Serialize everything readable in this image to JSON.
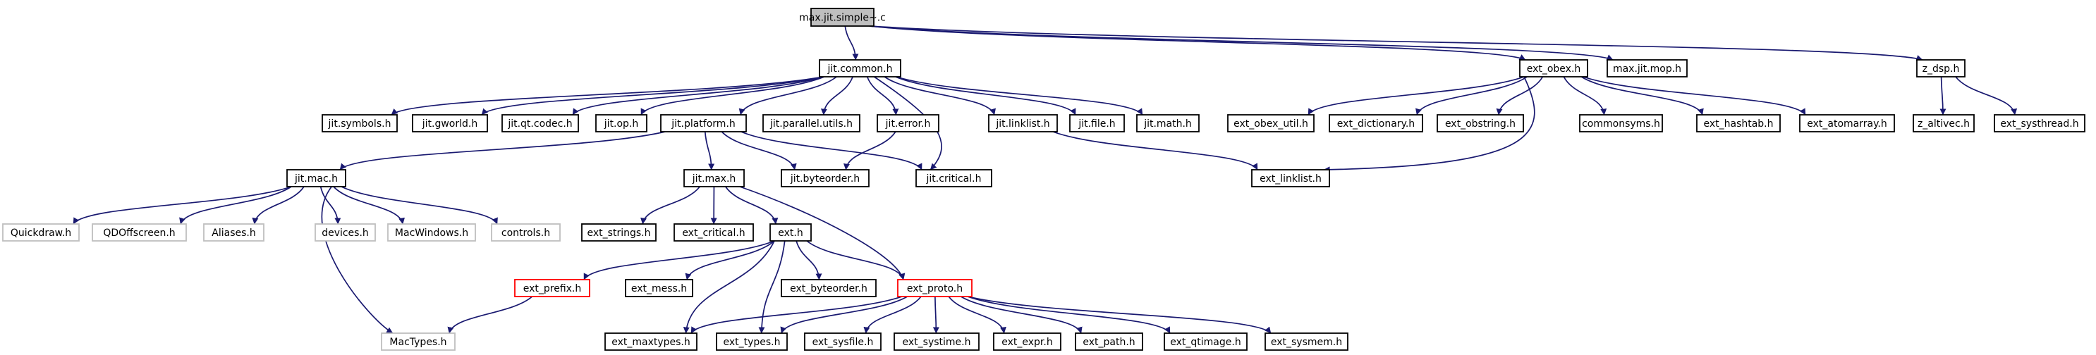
{
  "colors": {
    "edge": "#191970",
    "text": "#000000",
    "border_default": "#000000",
    "border_missing": "#bfbfbf",
    "border_truncated": "#ff0000",
    "fill_root": "#bfbfbf",
    "fill_default": "#ffffff"
  },
  "graph": {
    "nodes": [
      {
        "id": "root",
        "label": "max.jit.simple~.c",
        "style": "root"
      },
      {
        "id": "jit_common",
        "label": "jit.common.h",
        "style": "default"
      },
      {
        "id": "ext_obex",
        "label": "ext_obex.h",
        "style": "default"
      },
      {
        "id": "max_jit_mop",
        "label": "max.jit.mop.h",
        "style": "default"
      },
      {
        "id": "z_dsp",
        "label": "z_dsp.h",
        "style": "default"
      },
      {
        "id": "jit_symbols",
        "label": "jit.symbols.h",
        "style": "default"
      },
      {
        "id": "jit_gworld",
        "label": "jit.gworld.h",
        "style": "default"
      },
      {
        "id": "jit_qt_codec",
        "label": "jit.qt.codec.h",
        "style": "default"
      },
      {
        "id": "jit_op",
        "label": "jit.op.h",
        "style": "default"
      },
      {
        "id": "jit_platform",
        "label": "jit.platform.h",
        "style": "default"
      },
      {
        "id": "jit_parallel_utils",
        "label": "jit.parallel.utils.h",
        "style": "default"
      },
      {
        "id": "jit_error",
        "label": "jit.error.h",
        "style": "default"
      },
      {
        "id": "jit_linklist",
        "label": "jit.linklist.h",
        "style": "default"
      },
      {
        "id": "jit_file",
        "label": "jit.file.h",
        "style": "default"
      },
      {
        "id": "jit_math",
        "label": "jit.math.h",
        "style": "default"
      },
      {
        "id": "ext_obex_util",
        "label": "ext_obex_util.h",
        "style": "default"
      },
      {
        "id": "ext_dictionary",
        "label": "ext_dictionary.h",
        "style": "default"
      },
      {
        "id": "ext_obstring",
        "label": "ext_obstring.h",
        "style": "default"
      },
      {
        "id": "commonsyms",
        "label": "commonsyms.h",
        "style": "default"
      },
      {
        "id": "ext_hashtab",
        "label": "ext_hashtab.h",
        "style": "default"
      },
      {
        "id": "ext_atomarray",
        "label": "ext_atomarray.h",
        "style": "default"
      },
      {
        "id": "z_altivec",
        "label": "z_altivec.h",
        "style": "default"
      },
      {
        "id": "ext_systhread",
        "label": "ext_systhread.h",
        "style": "default"
      },
      {
        "id": "jit_mac",
        "label": "jit.mac.h",
        "style": "default"
      },
      {
        "id": "jit_max",
        "label": "jit.max.h",
        "style": "default"
      },
      {
        "id": "jit_byteorder",
        "label": "jit.byteorder.h",
        "style": "default"
      },
      {
        "id": "jit_critical",
        "label": "jit.critical.h",
        "style": "default"
      },
      {
        "id": "ext_linklist",
        "label": "ext_linklist.h",
        "style": "default"
      },
      {
        "id": "quickdraw",
        "label": "Quickdraw.h",
        "style": "missing"
      },
      {
        "id": "qdoffscreen",
        "label": "QDOffscreen.h",
        "style": "missing"
      },
      {
        "id": "aliases",
        "label": "Aliases.h",
        "style": "missing"
      },
      {
        "id": "devices",
        "label": "devices.h",
        "style": "missing"
      },
      {
        "id": "macwindows",
        "label": "MacWindows.h",
        "style": "missing"
      },
      {
        "id": "controls",
        "label": "controls.h",
        "style": "missing"
      },
      {
        "id": "ext_strings",
        "label": "ext_strings.h",
        "style": "default"
      },
      {
        "id": "ext_critical",
        "label": "ext_critical.h",
        "style": "default"
      },
      {
        "id": "ext_h",
        "label": "ext.h",
        "style": "default"
      },
      {
        "id": "ext_prefix",
        "label": "ext_prefix.h",
        "style": "truncated"
      },
      {
        "id": "ext_mess",
        "label": "ext_mess.h",
        "style": "default"
      },
      {
        "id": "ext_byteorder",
        "label": "ext_byteorder.h",
        "style": "default"
      },
      {
        "id": "ext_proto",
        "label": "ext_proto.h",
        "style": "truncated"
      },
      {
        "id": "mactypes",
        "label": "MacTypes.h",
        "style": "missing"
      },
      {
        "id": "ext_maxtypes",
        "label": "ext_maxtypes.h",
        "style": "default"
      },
      {
        "id": "ext_types",
        "label": "ext_types.h",
        "style": "default"
      },
      {
        "id": "ext_sysfile",
        "label": "ext_sysfile.h",
        "style": "default"
      },
      {
        "id": "ext_systime",
        "label": "ext_systime.h",
        "style": "default"
      },
      {
        "id": "ext_expr",
        "label": "ext_expr.h",
        "style": "default"
      },
      {
        "id": "ext_path",
        "label": "ext_path.h",
        "style": "default"
      },
      {
        "id": "ext_qtimage",
        "label": "ext_qtimage.h",
        "style": "default"
      },
      {
        "id": "ext_sysmem",
        "label": "ext_sysmem.h",
        "style": "default"
      }
    ],
    "edges": [
      [
        "root",
        "jit_common"
      ],
      [
        "root",
        "ext_obex"
      ],
      [
        "root",
        "max_jit_mop"
      ],
      [
        "root",
        "z_dsp"
      ],
      [
        "jit_common",
        "jit_symbols"
      ],
      [
        "jit_common",
        "jit_gworld"
      ],
      [
        "jit_common",
        "jit_qt_codec"
      ],
      [
        "jit_common",
        "jit_op"
      ],
      [
        "jit_common",
        "jit_platform"
      ],
      [
        "jit_common",
        "jit_parallel_utils"
      ],
      [
        "jit_common",
        "jit_error"
      ],
      [
        "jit_common",
        "jit_critical"
      ],
      [
        "jit_common",
        "jit_linklist"
      ],
      [
        "jit_common",
        "jit_file"
      ],
      [
        "jit_common",
        "jit_math"
      ],
      [
        "ext_obex",
        "ext_obex_util"
      ],
      [
        "ext_obex",
        "ext_dictionary"
      ],
      [
        "ext_obex",
        "ext_obstring"
      ],
      [
        "ext_obex",
        "commonsyms"
      ],
      [
        "ext_obex",
        "ext_hashtab"
      ],
      [
        "ext_obex",
        "ext_atomarray"
      ],
      [
        "ext_obex",
        "ext_linklist"
      ],
      [
        "z_dsp",
        "z_altivec"
      ],
      [
        "z_dsp",
        "ext_systhread"
      ],
      [
        "jit_platform",
        "jit_mac"
      ],
      [
        "jit_platform",
        "jit_max"
      ],
      [
        "jit_platform",
        "jit_byteorder"
      ],
      [
        "jit_platform",
        "jit_critical"
      ],
      [
        "jit_error",
        "jit_byteorder"
      ],
      [
        "jit_linklist",
        "ext_linklist"
      ],
      [
        "jit_mac",
        "quickdraw"
      ],
      [
        "jit_mac",
        "qdoffscreen"
      ],
      [
        "jit_mac",
        "aliases"
      ],
      [
        "jit_mac",
        "devices"
      ],
      [
        "jit_mac",
        "macwindows"
      ],
      [
        "jit_mac",
        "controls"
      ],
      [
        "jit_mac",
        "mactypes"
      ],
      [
        "jit_max",
        "ext_strings"
      ],
      [
        "jit_max",
        "ext_critical"
      ],
      [
        "jit_max",
        "ext_h"
      ],
      [
        "jit_max",
        "ext_proto"
      ],
      [
        "ext_h",
        "ext_prefix"
      ],
      [
        "ext_h",
        "ext_mess"
      ],
      [
        "ext_h",
        "ext_byteorder"
      ],
      [
        "ext_h",
        "ext_proto"
      ],
      [
        "ext_h",
        "ext_maxtypes"
      ],
      [
        "ext_h",
        "ext_types"
      ],
      [
        "ext_prefix",
        "mactypes"
      ],
      [
        "ext_proto",
        "ext_maxtypes"
      ],
      [
        "ext_proto",
        "ext_types"
      ],
      [
        "ext_proto",
        "ext_sysfile"
      ],
      [
        "ext_proto",
        "ext_systime"
      ],
      [
        "ext_proto",
        "ext_expr"
      ],
      [
        "ext_proto",
        "ext_path"
      ],
      [
        "ext_proto",
        "ext_qtimage"
      ],
      [
        "ext_proto",
        "ext_sysmem"
      ]
    ]
  }
}
